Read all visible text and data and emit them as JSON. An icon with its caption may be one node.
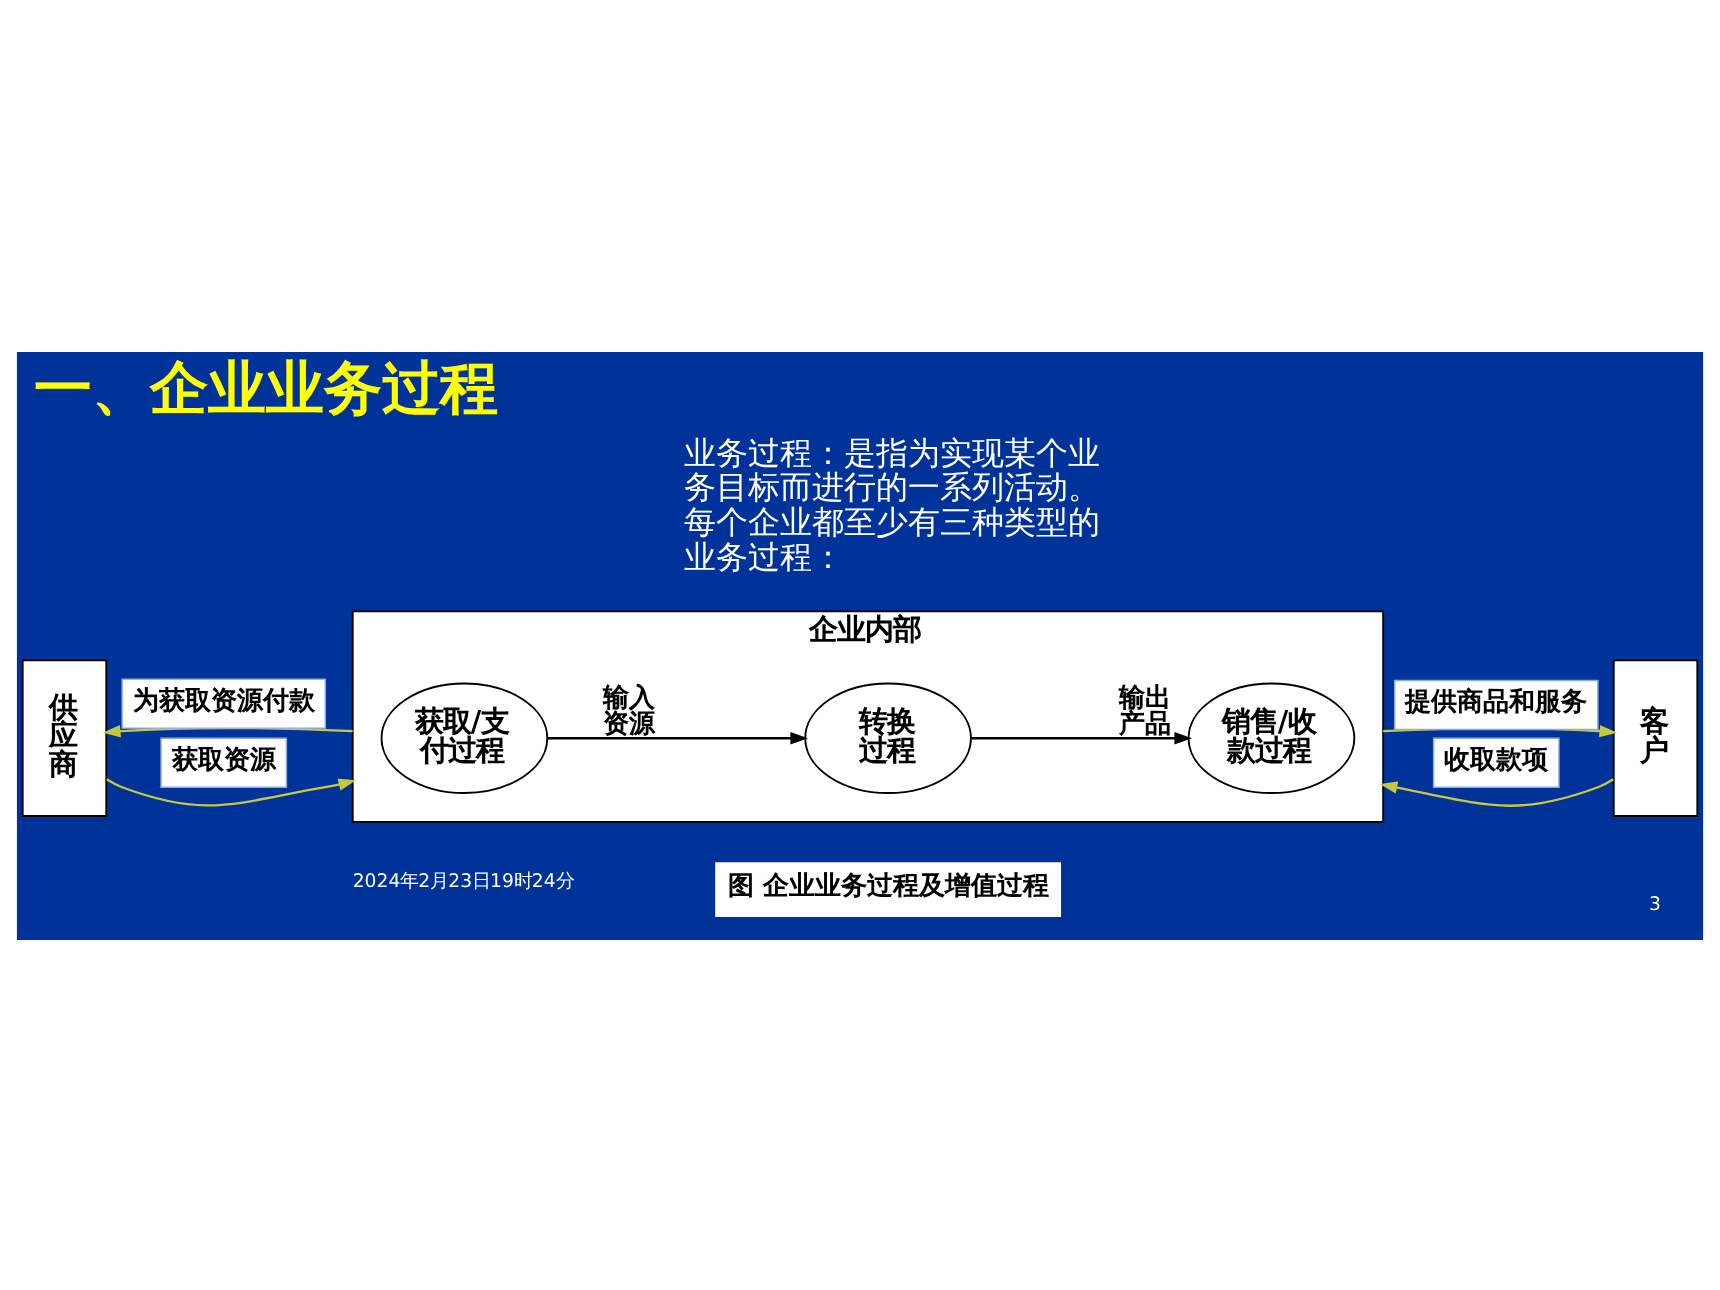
{
  "diagram": {
    "title": "一、企业业务过程",
    "caption": "图 企业业务过程及增值过程",
    "nodes": [
      {
        "text": [
          "供应商"
        ]
      },
      {
        "text": [
          "企业内部"
        ]
      },
      {
        "text": [
          "获取/支付过程"
        ],
        "in": 1
      },
      {
        "text": [
          "转换过程"
        ],
        "in": 1
      },
      {
        "text": [
          "销售/收款过程"
        ],
        "in": 1
      },
      {
        "text": [
          "客户"
        ]
      }
    ],
    "edges": [
      {
        "from": 1,
        "to": 0,
        "arrow": "to",
        "label": "为获取资源付款"
      },
      {
        "from": 0,
        "to": 1,
        "arrow": "to",
        "label": "获取资源"
      },
      {
        "from": 2,
        "to": 3,
        "arrow": "to",
        "label": "输入资源",
        "color": "#000000"
      },
      {
        "from": 3,
        "to": 4,
        "arrow": "to",
        "label": "输出产品",
        "color": "#000000"
      },
      {
        "from": 1,
        "to": 5,
        "arrow": "to",
        "label": "提供商品和服务"
      },
      {
        "from": 5,
        "to": 1,
        "arrow": "to",
        "label": "收取款项"
      }
    ],
    "labels": [
      "业务过程：是指为实现某个业务目标而进行的一系列活动。每个企业都至少有三种类型的业务过程：",
      "2024年2月23日19时24分",
      "3"
    ]
  }
}
